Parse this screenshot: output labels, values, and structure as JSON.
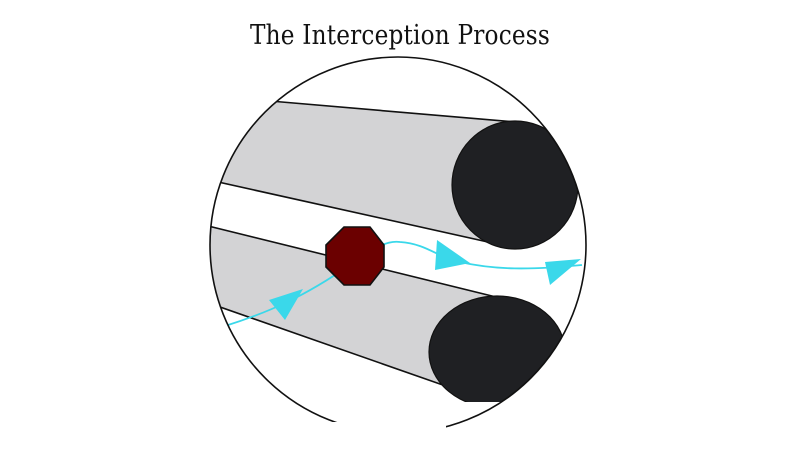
{
  "title": "The Interception Process",
  "colors": {
    "background": "#ffffff",
    "fiber_fill": "#d3d3d5",
    "fiber_end": "#1f2023",
    "particle": "#6b0000",
    "flow_path": "#3ad8ea",
    "outline": "#111111"
  },
  "diagram": {
    "elements": [
      "upper-fiber",
      "lower-fiber",
      "particle",
      "flow-streamline",
      "flow-arrows"
    ]
  }
}
